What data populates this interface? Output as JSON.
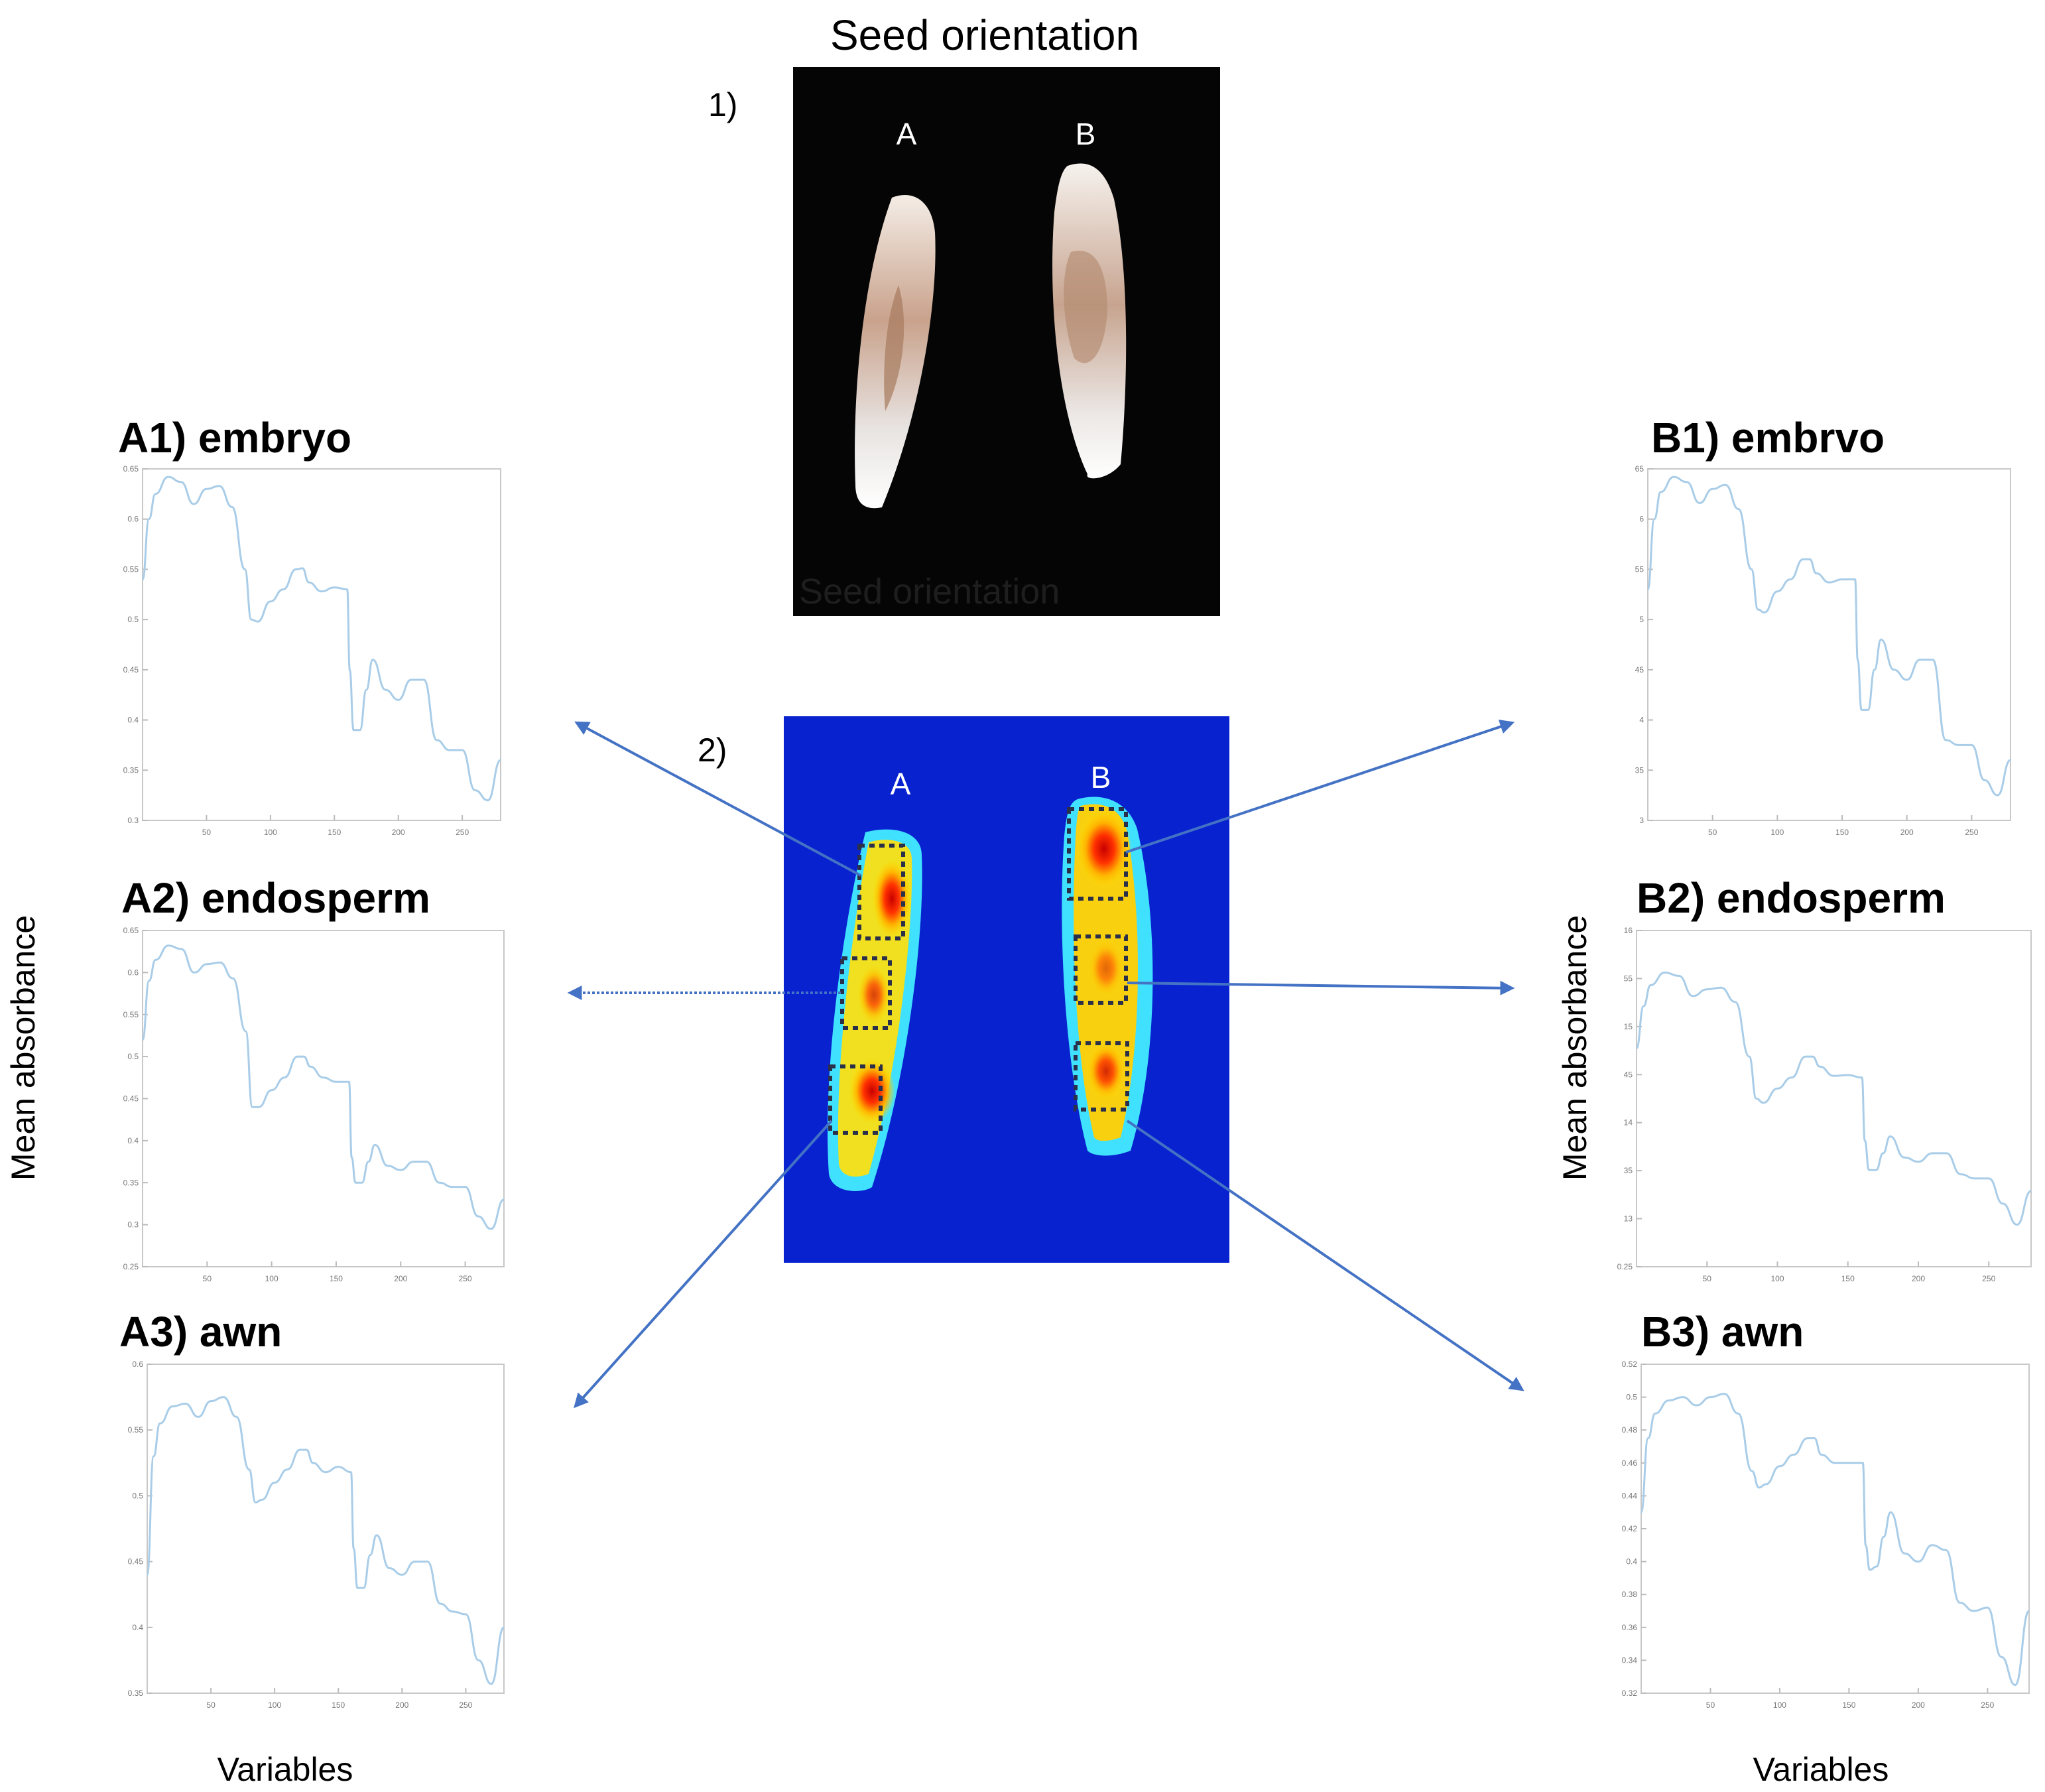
{
  "figure": {
    "top_title": "Seed orientation",
    "photo_watermark": "Seed orientation",
    "panel1_label": "1)",
    "panel2_label": "2)",
    "seed_a_label": "A",
    "seed_b_label": "B",
    "left_ylabel": "Mean absorbance",
    "right_ylabel": "Mean absorbance",
    "left_xlabel": "Variables",
    "right_xlabel": "Variables"
  },
  "colors": {
    "spectrum_line": "#a9cde8",
    "arrow": "#4472c4",
    "hyperspectral_bg": "#0a1ec8",
    "photo_bg": "#050505"
  },
  "chart_data": [
    {
      "id": "A1",
      "type": "line",
      "title": "A1) embryo",
      "xticks": [
        "50",
        "100",
        "150",
        "200",
        "250"
      ],
      "yticks": [
        "0.3",
        "0.35",
        "0.4",
        "0.45",
        "0.5",
        "0.55",
        "0.6",
        "0.65"
      ],
      "xlim": [
        0,
        280
      ],
      "ylim": [
        0.3,
        0.65
      ],
      "x": [
        0,
        5,
        10,
        20,
        30,
        40,
        50,
        60,
        70,
        80,
        85,
        90,
        100,
        110,
        120,
        125,
        130,
        140,
        150,
        160,
        162,
        165,
        170,
        175,
        180,
        190,
        200,
        210,
        220,
        230,
        240,
        250,
        260,
        270,
        280
      ],
      "values": [
        0.54,
        0.6,
        0.625,
        0.642,
        0.637,
        0.615,
        0.63,
        0.633,
        0.612,
        0.55,
        0.5,
        0.498,
        0.518,
        0.53,
        0.55,
        0.551,
        0.537,
        0.528,
        0.532,
        0.53,
        0.45,
        0.39,
        0.39,
        0.43,
        0.46,
        0.43,
        0.42,
        0.44,
        0.44,
        0.38,
        0.37,
        0.37,
        0.33,
        0.32,
        0.36
      ]
    },
    {
      "id": "A2",
      "type": "line",
      "title": "A2) endosperm",
      "xticks": [
        "50",
        "100",
        "150",
        "200",
        "250"
      ],
      "yticks": [
        "0.25",
        "0.3",
        "0.35",
        "0.4",
        "0.45",
        "0.5",
        "0.55",
        "0.6",
        "0.65"
      ],
      "xlim": [
        0,
        280
      ],
      "ylim": [
        0.25,
        0.65
      ],
      "x": [
        0,
        5,
        10,
        20,
        30,
        40,
        50,
        60,
        70,
        80,
        85,
        90,
        100,
        110,
        120,
        125,
        130,
        140,
        150,
        160,
        162,
        165,
        170,
        175,
        180,
        190,
        200,
        210,
        220,
        230,
        240,
        250,
        260,
        270,
        280
      ],
      "values": [
        0.52,
        0.59,
        0.615,
        0.632,
        0.628,
        0.6,
        0.61,
        0.612,
        0.593,
        0.53,
        0.44,
        0.44,
        0.46,
        0.475,
        0.5,
        0.5,
        0.488,
        0.475,
        0.47,
        0.47,
        0.38,
        0.35,
        0.35,
        0.375,
        0.395,
        0.37,
        0.365,
        0.375,
        0.375,
        0.35,
        0.345,
        0.345,
        0.31,
        0.295,
        0.33
      ]
    },
    {
      "id": "A3",
      "type": "line",
      "title": "A3) awn",
      "xticks": [
        "50",
        "100",
        "150",
        "200",
        "250"
      ],
      "yticks": [
        "0.35",
        "0.4",
        "0.45",
        "0.5",
        "0.55",
        "0.6"
      ],
      "xlim": [
        0,
        280
      ],
      "ylim": [
        0.35,
        0.6
      ],
      "x": [
        0,
        5,
        10,
        20,
        30,
        40,
        50,
        60,
        70,
        80,
        85,
        90,
        100,
        110,
        120,
        125,
        130,
        140,
        150,
        160,
        162,
        165,
        170,
        175,
        180,
        190,
        200,
        210,
        220,
        230,
        240,
        250,
        260,
        270,
        280
      ],
      "values": [
        0.44,
        0.53,
        0.555,
        0.568,
        0.57,
        0.56,
        0.572,
        0.575,
        0.56,
        0.52,
        0.495,
        0.497,
        0.51,
        0.52,
        0.535,
        0.535,
        0.525,
        0.518,
        0.522,
        0.518,
        0.46,
        0.43,
        0.43,
        0.455,
        0.47,
        0.445,
        0.44,
        0.45,
        0.45,
        0.418,
        0.412,
        0.41,
        0.375,
        0.357,
        0.4
      ]
    },
    {
      "id": "B1",
      "type": "line",
      "title": "B1) embrvo",
      "xticks": [
        "50",
        "100",
        "150",
        "200",
        "250"
      ],
      "yticks": [
        "3",
        "35",
        "4",
        "45",
        "5",
        "55",
        "6",
        "65"
      ],
      "xlim": [
        0,
        280
      ],
      "ylim": [
        0.3,
        0.65
      ],
      "x": [
        0,
        5,
        10,
        20,
        30,
        40,
        50,
        60,
        70,
        80,
        85,
        90,
        100,
        110,
        120,
        125,
        130,
        140,
        150,
        160,
        162,
        165,
        170,
        175,
        180,
        190,
        200,
        210,
        220,
        230,
        240,
        250,
        260,
        270,
        280
      ],
      "values": [
        0.53,
        0.6,
        0.627,
        0.642,
        0.637,
        0.616,
        0.63,
        0.634,
        0.61,
        0.55,
        0.51,
        0.507,
        0.528,
        0.54,
        0.56,
        0.56,
        0.546,
        0.537,
        0.54,
        0.54,
        0.46,
        0.41,
        0.41,
        0.45,
        0.48,
        0.45,
        0.44,
        0.46,
        0.46,
        0.38,
        0.375,
        0.375,
        0.34,
        0.325,
        0.36
      ]
    },
    {
      "id": "B2",
      "type": "line",
      "title": "B2) endosperm",
      "xticks": [
        "50",
        "100",
        "150",
        "200",
        "250"
      ],
      "yticks": [
        "0.25",
        "13",
        "35",
        "14",
        "45",
        "15",
        "55",
        "16"
      ],
      "xlim": [
        0,
        280
      ],
      "ylim": [
        0.25,
        0.65
      ],
      "x": [
        0,
        5,
        10,
        20,
        30,
        40,
        50,
        60,
        70,
        80,
        85,
        90,
        100,
        110,
        120,
        125,
        130,
        140,
        150,
        160,
        162,
        165,
        170,
        175,
        180,
        190,
        200,
        210,
        220,
        230,
        240,
        250,
        260,
        270,
        280
      ],
      "values": [
        0.51,
        0.56,
        0.585,
        0.6,
        0.596,
        0.572,
        0.58,
        0.582,
        0.565,
        0.5,
        0.45,
        0.445,
        0.462,
        0.475,
        0.5,
        0.5,
        0.488,
        0.477,
        0.478,
        0.475,
        0.4,
        0.365,
        0.365,
        0.385,
        0.405,
        0.38,
        0.375,
        0.385,
        0.385,
        0.36,
        0.355,
        0.355,
        0.325,
        0.3,
        0.34
      ]
    },
    {
      "id": "B3",
      "type": "line",
      "title": "B3) awn",
      "xticks": [
        "50",
        "100",
        "150",
        "200",
        "250"
      ],
      "yticks": [
        "0.32",
        "0.34",
        "0.36",
        "0.38",
        "0.4",
        "0.42",
        "0.44",
        "0.46",
        "0.48",
        "0.5",
        "0.52"
      ],
      "xlim": [
        0,
        280
      ],
      "ylim": [
        0.32,
        0.52
      ],
      "x": [
        0,
        5,
        10,
        20,
        30,
        40,
        50,
        60,
        70,
        80,
        85,
        90,
        100,
        110,
        120,
        125,
        130,
        140,
        150,
        160,
        162,
        165,
        170,
        175,
        180,
        190,
        200,
        210,
        220,
        230,
        240,
        250,
        260,
        270,
        280
      ],
      "values": [
        0.43,
        0.475,
        0.49,
        0.498,
        0.5,
        0.495,
        0.5,
        0.502,
        0.49,
        0.455,
        0.445,
        0.447,
        0.458,
        0.465,
        0.475,
        0.475,
        0.465,
        0.46,
        0.46,
        0.46,
        0.41,
        0.395,
        0.397,
        0.415,
        0.43,
        0.405,
        0.4,
        0.41,
        0.407,
        0.375,
        0.37,
        0.372,
        0.342,
        0.325,
        0.37
      ]
    }
  ]
}
